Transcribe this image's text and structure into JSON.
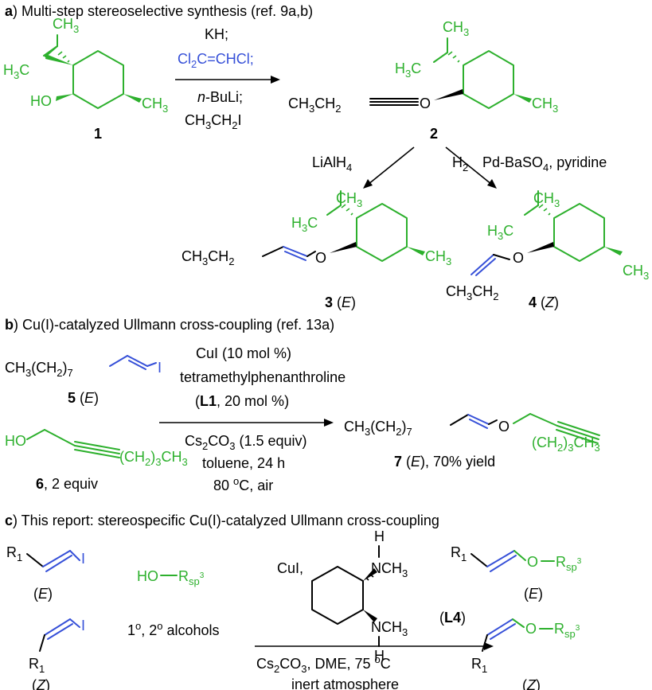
{
  "colors": {
    "green": "#2db02d",
    "blue": "#3650d8",
    "black": "#000000"
  },
  "panel_a": {
    "letter": "a",
    "heading": ") Multi-step stereoselective synthesis (ref. 9a,b)",
    "reagents": {
      "r1": "KH;",
      "r2": "Cl2C=CHCl;",
      "r3a": "n",
      "r3b": "-BuLi;",
      "r4": "CH3CH2I"
    },
    "cond_lialh4": "LiAlH4",
    "cond_h2": "H2",
    "cond_pd": "Pd-BaSO4, pyridine",
    "cpd1": "1",
    "cpd2": "2",
    "cpd3": "3",
    "cpd3_iso": "E",
    "cpd4": "4",
    "cpd4_iso": "Z"
  },
  "panel_b": {
    "letter": "b",
    "heading": ") Cu(I)-catalyzed Ullmann cross-coupling (ref. 13a)",
    "above": {
      "l1": "CuI (10 mol %)",
      "l2": "tetramethylphenanthroline",
      "l3_lig": "L1",
      "l3_rest": ", 20 mol %"
    },
    "below": {
      "l1": "Cs2CO3 (1.5 equiv)",
      "l2": "toluene, 24 h",
      "l3": "80 oC, air"
    },
    "cpd5": "5",
    "cpd5_iso": "E",
    "cpd6": "6",
    "cpd6_note": ", 2 equiv",
    "cpd7": "7",
    "cpd7_iso": "E",
    "cpd7_yield": ", 70% yield"
  },
  "panel_c": {
    "letter": "c",
    "heading": ") This report: stereospecific Cu(I)-catalyzed Ullmann cross-coupling",
    "alcohol": "HO–Rsp3",
    "alcohol_class": "1o, 2o alcohols",
    "cat": "CuI,",
    "ligand": "L4",
    "below": {
      "l1": "Cs2CO3, DME, 75 oC",
      "l2": "inert atmosphere"
    },
    "iso_e": "E",
    "iso_z": "Z"
  }
}
